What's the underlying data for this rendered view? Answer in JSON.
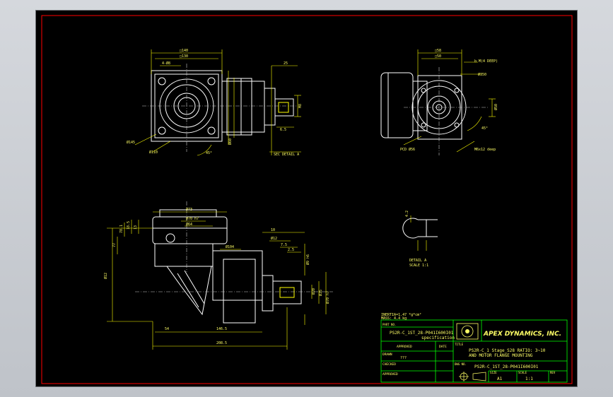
{
  "drawing": {
    "title_block": {
      "inertia_label": "INERTIA=1.47 *g*cm²",
      "mass_label": "MASS: 4.4 kg",
      "part_no_header": "PART NO.",
      "part_no_value": "PS2R-C_1ST_28-P041I600I01",
      "part_no_sub": "specification",
      "approved_label": "APPROVED",
      "date_label": "DATE",
      "drawn_label": "DRAWN",
      "drawn_value": "???",
      "checked_label": "CHECKED",
      "approved2_label": "APPROVED",
      "company_name": "APEX DYNAMICS, INC.",
      "title_header": "TITLE",
      "title_line1": "PS2R-C_1 Stage_S28   RATIO: 3~10",
      "title_line2": "AND MOTOR FLANGE MOUNTING",
      "dwg_no_header": "DWG NO.",
      "dwg_no_value": "PS2R-C_1ST_28-P041I600I01",
      "size_header": "SIZE",
      "size_value": "A1",
      "scale_header": "SCALE",
      "scale_value": "1:1",
      "rev_header": "REV"
    },
    "views": {
      "detail_label": "DETAIL A",
      "detail_scale": "SCALE 1:1",
      "section_label": "SEC DETAIL A"
    },
    "colors": {
      "background": "#000000",
      "border": "#ff0000",
      "outline": "#ffffff",
      "dimension": "#ffff00",
      "titleblock": "#00ff00",
      "center": "#c8c8c8"
    }
  }
}
